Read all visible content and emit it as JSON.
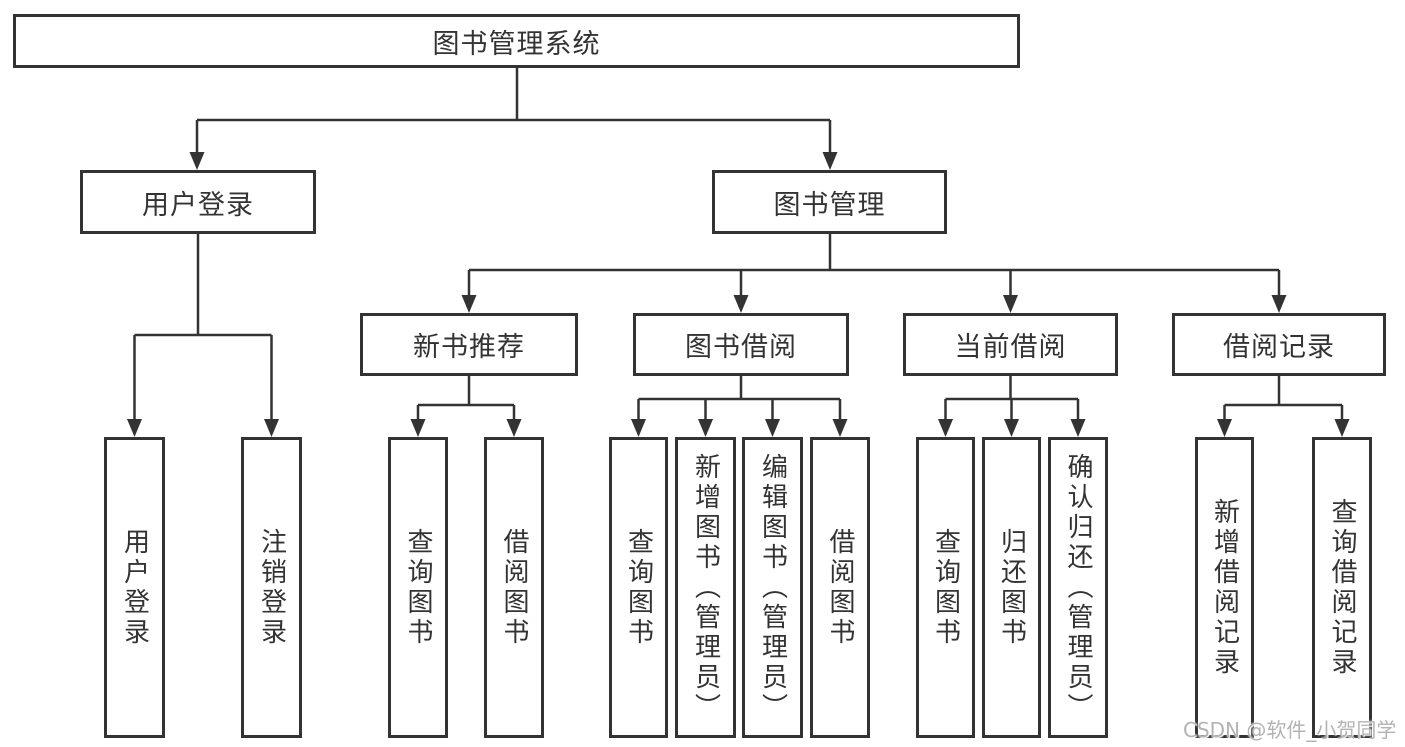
{
  "diagram": {
    "title": "图书管理系统",
    "type": "hierarchy-tree",
    "colors": {
      "line": "#333333",
      "box_border": "#333333",
      "text": "#333333",
      "background": "#ffffff",
      "watermark": "#b3b3b3"
    },
    "tree": {
      "label": "图书管理系统",
      "children": [
        {
          "label": "用户登录",
          "children": [
            {
              "label": "用户登录"
            },
            {
              "label": "注销登录"
            }
          ]
        },
        {
          "label": "图书管理",
          "children": [
            {
              "label": "新书推荐",
              "children": [
                {
                  "label": "查询图书"
                },
                {
                  "label": "借阅图书"
                }
              ]
            },
            {
              "label": "图书借阅",
              "children": [
                {
                  "label": "查询图书"
                },
                {
                  "label": "新增图书（管理员）"
                },
                {
                  "label": "编辑图书（管理员）"
                },
                {
                  "label": "借阅图书"
                }
              ]
            },
            {
              "label": "当前借阅",
              "children": [
                {
                  "label": "查询图书"
                },
                {
                  "label": "归还图书"
                },
                {
                  "label": "确认归还（管理员）"
                }
              ]
            },
            {
              "label": "借阅记录",
              "children": [
                {
                  "label": "新增借阅记录"
                },
                {
                  "label": "查询借阅记录"
                }
              ]
            }
          ]
        }
      ]
    },
    "watermark": "CSDN @软件_小贺同学"
  }
}
